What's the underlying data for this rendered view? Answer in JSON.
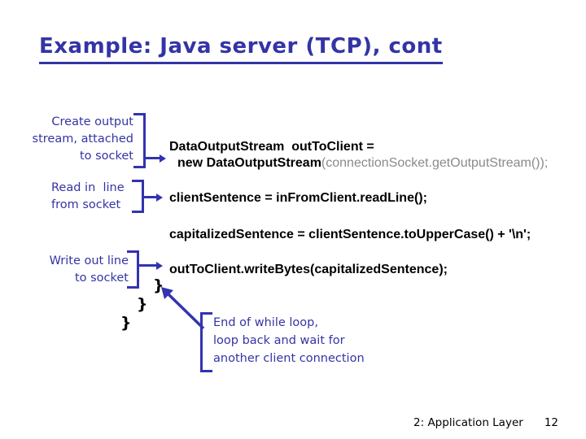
{
  "colors": {
    "accent_blue": "#3434A6",
    "bracket_blue": "#3333B0",
    "code_gray": "#8A8A8A",
    "code_black": "#000000"
  },
  "title": "Example: Java server (TCP), cont",
  "annotations": {
    "create_output": "Create output\nstream, attached\nto socket",
    "read_line": "Read in  line\nfrom socket",
    "write_line": "Write out line\nto socket",
    "end_loop": "End of while loop,\nloop back and wait for\nanother client connection"
  },
  "code": {
    "line1": "DataOutputStream  outToClient =",
    "line2_bold": "new DataOutputStream",
    "line2_gray": "(connectionSocket.getOutputStream());",
    "line3": "clientSentence = inFromClient.readLine();",
    "line4": "capitalizedSentence = clientSentence.toUpperCase() + '\\n';",
    "line5": "outToClient.writeBytes(capitalizedSentence);"
  },
  "braces": [
    "}",
    "}",
    "}"
  ],
  "footer": {
    "section": "2: Application Layer",
    "page": "12"
  }
}
